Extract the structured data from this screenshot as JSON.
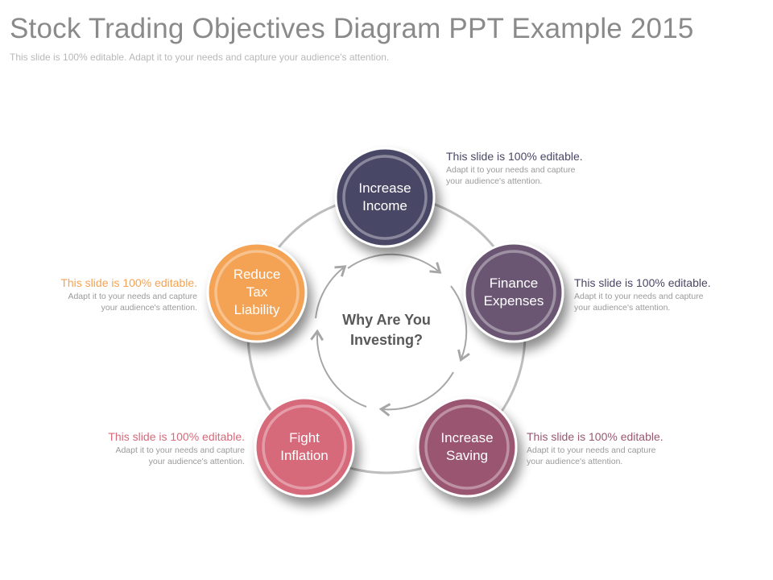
{
  "title": "Stock Trading Objectives Diagram PPT Example 2015",
  "subtitle": "This slide is 100% editable. Adapt it to your needs and capture your audience's attention.",
  "center": {
    "line1": "Why Are You",
    "line2": "Investing?"
  },
  "nodes": [
    {
      "line1": "Increase",
      "line2": "Income",
      "line3": "",
      "color": "#4a4766"
    },
    {
      "line1": "Finance",
      "line2": "Expenses",
      "line3": "",
      "color": "#6b5773"
    },
    {
      "line1": "Increase",
      "line2": "Saving",
      "line3": "",
      "color": "#9a5670"
    },
    {
      "line1": "Fight",
      "line2": "Inflation",
      "line3": "",
      "color": "#d6697a"
    },
    {
      "line1": "Reduce",
      "line2": "Tax",
      "line3": "Liability",
      "color": "#f4a253"
    }
  ],
  "callouts": [
    {
      "head": "This slide is 100% editable.",
      "line1": "Adapt it to your needs and capture",
      "line2": "your audience's attention.",
      "color": "#4a4766"
    },
    {
      "head": "This slide is 100% editable.",
      "line1": "Adapt it to your needs and capture",
      "line2": "your audience's attention.",
      "color": "#4a4766"
    },
    {
      "head": "This slide is 100% editable.",
      "line1": "Adapt it to your needs and capture",
      "line2": "your audience's attention.",
      "color": "#9a5670"
    },
    {
      "head": "This slide is 100% editable.",
      "line1": "Adapt it to your needs and capture",
      "line2": "your audience's attention.",
      "color": "#d6697a"
    },
    {
      "head": "This slide is 100% editable.",
      "line1": "Adapt it to your needs and capture",
      "line2": "your audience's attention.",
      "color": "#f4a253"
    }
  ]
}
